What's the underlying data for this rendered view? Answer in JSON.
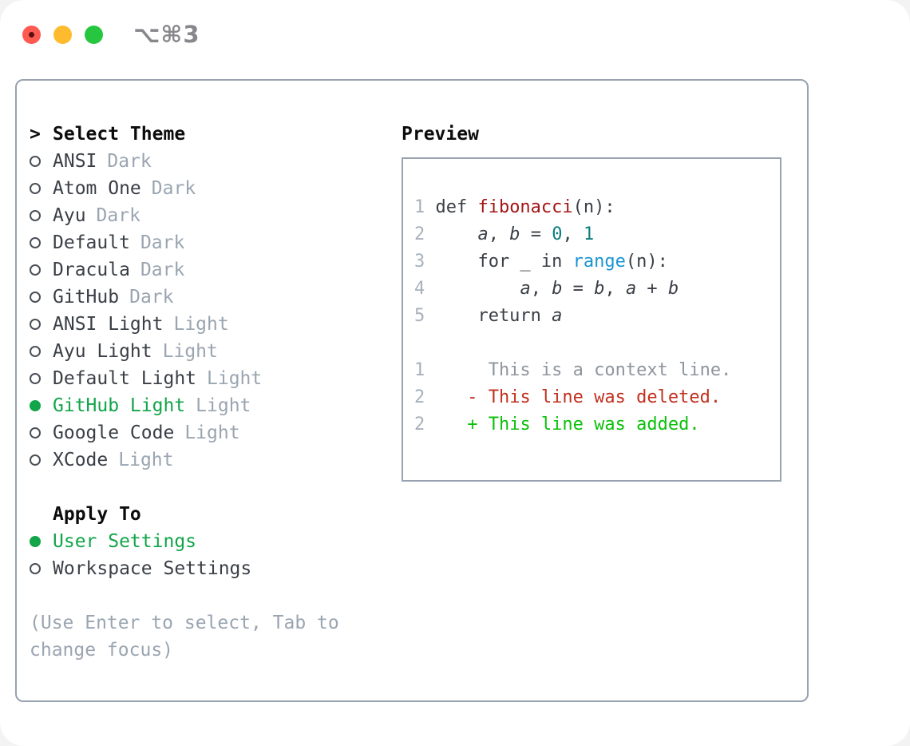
{
  "titlebar": {
    "shortcut": "⌥⌘3"
  },
  "colors": {
    "tl-red": "#ff5a52",
    "tl-yellow": "#febb2e",
    "tl-green": "#27c63f",
    "border": "#98a2b0",
    "dark": "#3a3f46",
    "gray": "#9aa5b1",
    "lineno": "#a8b1bc",
    "select-green": "#12a549",
    "func-red": "#a31515",
    "num-teal": "#0d7d7d",
    "call-blue": "#1a95d2",
    "ctx-gray": "#8e959d",
    "del-red": "#c1301f",
    "add-green": "#0bc00b"
  },
  "left": {
    "title_prefix": ">",
    "title": "Select Theme",
    "themes": [
      {
        "name": "ANSI",
        "variant": "Dark",
        "selected": false
      },
      {
        "name": "Atom One",
        "variant": "Dark",
        "selected": false
      },
      {
        "name": "Ayu",
        "variant": "Dark",
        "selected": false
      },
      {
        "name": "Default",
        "variant": "Dark",
        "selected": false
      },
      {
        "name": "Dracula",
        "variant": "Dark",
        "selected": false
      },
      {
        "name": "GitHub",
        "variant": "Dark",
        "selected": false
      },
      {
        "name": "ANSI Light",
        "variant": "Light",
        "selected": false
      },
      {
        "name": "Ayu Light",
        "variant": "Light",
        "selected": false
      },
      {
        "name": "Default Light",
        "variant": "Light",
        "selected": false
      },
      {
        "name": "GitHub Light",
        "variant": "Light",
        "selected": true
      },
      {
        "name": "Google Code",
        "variant": "Light",
        "selected": false
      },
      {
        "name": "XCode",
        "variant": "Light",
        "selected": false
      }
    ],
    "apply_to": {
      "title": "Apply To",
      "options": [
        {
          "label": "User Settings",
          "selected": true
        },
        {
          "label": "Workspace Settings",
          "selected": false
        }
      ]
    },
    "hint_lines": [
      "(Use Enter to select, Tab to",
      "change focus)"
    ]
  },
  "preview": {
    "title": "Preview",
    "code_lines": [
      {
        "num": "1",
        "segments": [
          {
            "text": "def ",
            "cls": "plain"
          },
          {
            "text": "fibonacci",
            "cls": "fn"
          },
          {
            "text": "(n):",
            "cls": "plain"
          }
        ]
      },
      {
        "num": "2",
        "segments": [
          {
            "text": "    ",
            "cls": "plain"
          },
          {
            "text": "a",
            "cls": "var"
          },
          {
            "text": ", ",
            "cls": "plain"
          },
          {
            "text": "b",
            "cls": "var"
          },
          {
            "text": " = ",
            "cls": "plain"
          },
          {
            "text": "0",
            "cls": "num"
          },
          {
            "text": ", ",
            "cls": "plain"
          },
          {
            "text": "1",
            "cls": "num"
          }
        ]
      },
      {
        "num": "3",
        "segments": [
          {
            "text": "    for _ in ",
            "cls": "plain"
          },
          {
            "text": "range",
            "cls": "call"
          },
          {
            "text": "(n):",
            "cls": "plain"
          }
        ]
      },
      {
        "num": "4",
        "segments": [
          {
            "text": "        ",
            "cls": "plain"
          },
          {
            "text": "a",
            "cls": "var"
          },
          {
            "text": ", ",
            "cls": "plain"
          },
          {
            "text": "b",
            "cls": "var"
          },
          {
            "text": " = ",
            "cls": "plain"
          },
          {
            "text": "b",
            "cls": "var"
          },
          {
            "text": ", ",
            "cls": "plain"
          },
          {
            "text": "a",
            "cls": "var"
          },
          {
            "text": " + ",
            "cls": "plain"
          },
          {
            "text": "b",
            "cls": "var"
          }
        ]
      },
      {
        "num": "5",
        "segments": [
          {
            "text": "    return ",
            "cls": "plain"
          },
          {
            "text": "a",
            "cls": "var"
          }
        ]
      }
    ],
    "diff_lines": [
      {
        "num": "1",
        "segments": [
          {
            "text": "     This is a context line.",
            "cls": "ctx"
          }
        ]
      },
      {
        "num": "2",
        "segments": [
          {
            "text": "   ",
            "cls": "plain"
          },
          {
            "text": "- This line was deleted.",
            "cls": "del"
          }
        ]
      },
      {
        "num": "2",
        "segments": [
          {
            "text": "   ",
            "cls": "plain"
          },
          {
            "text": "+ This line was added.",
            "cls": "add"
          }
        ]
      }
    ]
  }
}
